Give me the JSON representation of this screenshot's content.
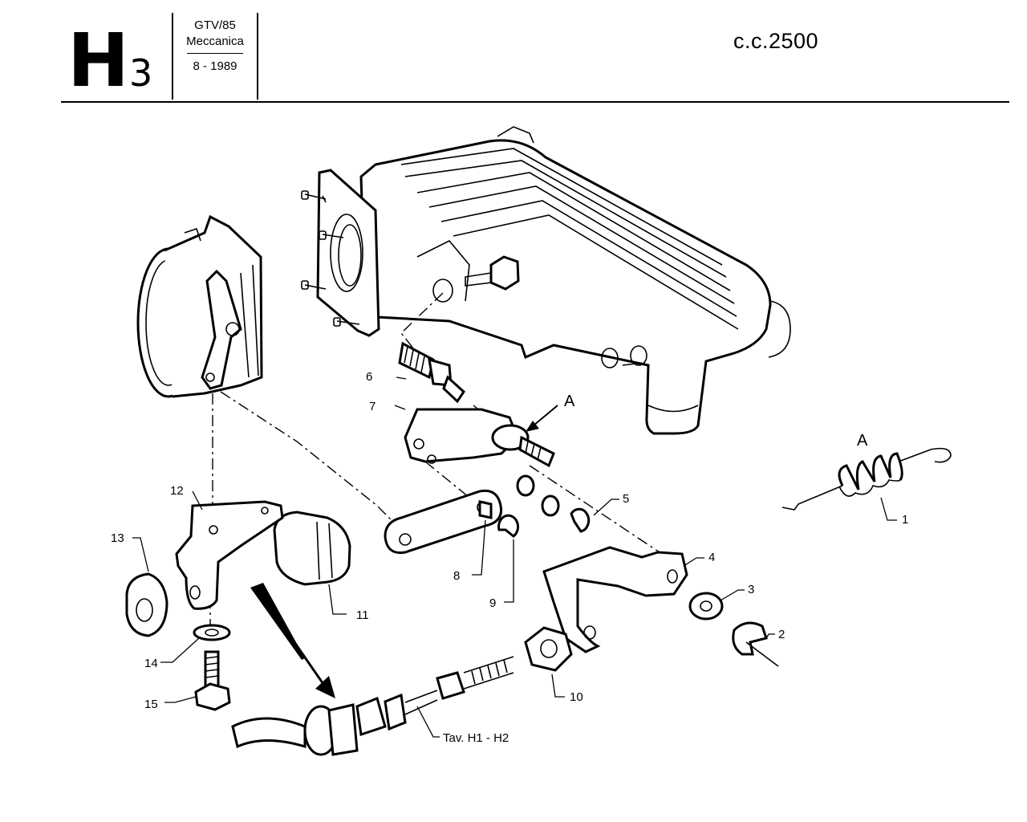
{
  "header": {
    "code": "H",
    "code_sub": "3",
    "model": "GTV/85",
    "category": "Meccanica",
    "date": "8 - 1989",
    "displacement": "c.c.2500"
  },
  "diagram": {
    "callouts": [
      {
        "id": "1",
        "label": "1"
      },
      {
        "id": "2",
        "label": "2"
      },
      {
        "id": "3",
        "label": "3"
      },
      {
        "id": "4",
        "label": "4"
      },
      {
        "id": "5",
        "label": "5"
      },
      {
        "id": "6",
        "label": "6"
      },
      {
        "id": "7",
        "label": "7"
      },
      {
        "id": "8",
        "label": "8"
      },
      {
        "id": "9",
        "label": "9"
      },
      {
        "id": "10",
        "label": "10"
      },
      {
        "id": "11",
        "label": "11"
      },
      {
        "id": "12",
        "label": "12"
      },
      {
        "id": "13",
        "label": "13"
      },
      {
        "id": "14",
        "label": "14"
      },
      {
        "id": "15",
        "label": "15"
      }
    ],
    "detail_marker": "A",
    "detail_marker_spring": "A",
    "cable_reference": "Tav. H1 - H2"
  }
}
